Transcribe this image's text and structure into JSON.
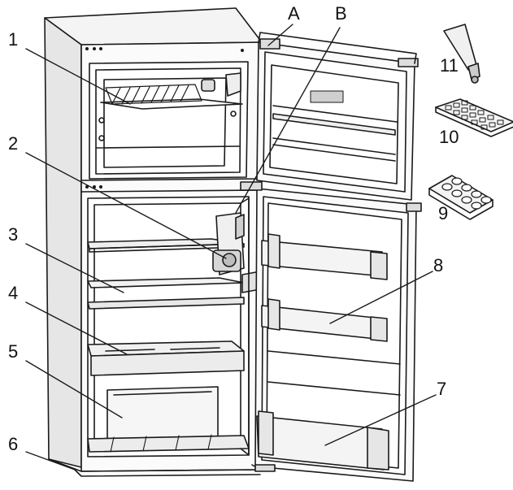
{
  "labels": {
    "l1": "1",
    "l2": "2",
    "l3": "3",
    "l4": "4",
    "l5": "5",
    "l6": "6",
    "l7": "7",
    "l8": "8",
    "l9": "9",
    "l10": "10",
    "l11": "11",
    "lA": "A",
    "lB": "B"
  },
  "colors": {
    "line": "#1a1a1a",
    "shade": "#d9d9d9",
    "light": "#f2f2f2"
  }
}
